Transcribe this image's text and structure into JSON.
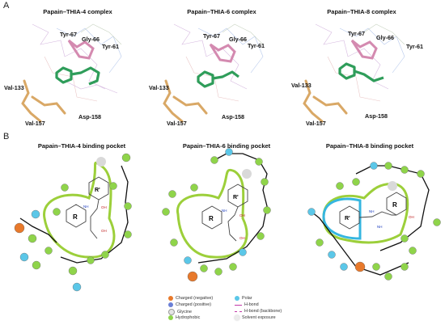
{
  "panel_a": {
    "letter": "A",
    "complexes": [
      {
        "title": "Papain–THIA-4 complex",
        "residues": [
          "Tyr-67",
          "Gly-66",
          "Tyr-61",
          "Val-133",
          "Val-157",
          "Asp-158"
        ]
      },
      {
        "title": "Papain–THIA-6 complex",
        "residues": [
          "Tyr-67",
          "Gly-66",
          "Tyr-61",
          "Val-133",
          "Val-157",
          "Asp-158"
        ]
      },
      {
        "title": "Papain–THIA-8 complex",
        "residues": [
          "Tyr-67",
          "Gly-66",
          "Tyr-61",
          "Val-133",
          "Val-157",
          "Asp-158"
        ]
      }
    ]
  },
  "panel_b": {
    "letter": "B",
    "pockets": [
      {
        "title": "Papain–THIA-4 binding pocket",
        "ring_labels": [
          "R'",
          "R"
        ],
        "atoms": [
          "OH",
          "OH",
          "NH"
        ]
      },
      {
        "title": "Papain–THIA-6 binding pocket",
        "ring_labels": [
          "R'",
          "R"
        ],
        "atoms": [
          "OH",
          "OH",
          "NH"
        ]
      },
      {
        "title": "Papain–THIA-8 binding pocket",
        "ring_labels": [
          "R'",
          "R"
        ],
        "atoms": [
          "OH",
          "NH",
          "NH"
        ]
      }
    ]
  },
  "legend": {
    "items": [
      {
        "label": "Charged (negative)",
        "color": "#e8792b",
        "kind": "dot"
      },
      {
        "label": "Charged (positive)",
        "color": "#6b7fd6",
        "kind": "dot"
      },
      {
        "label": "Glycine",
        "color": "#e4e4e4",
        "kind": "dot"
      },
      {
        "label": "Hydrophobic",
        "color": "#8fd44a",
        "kind": "dot"
      },
      {
        "label": "Polar",
        "color": "#5bc7e8",
        "kind": "dot"
      },
      {
        "label": "H-bond",
        "color": "#c23aa8",
        "kind": "line"
      },
      {
        "label": "H-bond (backbone)",
        "color": "#c23aa8",
        "kind": "line"
      },
      {
        "label": "Solvent exposure",
        "color": "#d9d9d9",
        "kind": "halo"
      }
    ]
  },
  "colors": {
    "hydrophobic": "#8fd44a",
    "polar": "#5bc7e8",
    "negative": "#e8792b",
    "pocket_green": "#9ccf3a",
    "pocket_cyan": "#35b6e0",
    "ligand": "#2f9d5a",
    "residue_pink": "#d48ab0",
    "residue_tan": "#d9a866"
  }
}
